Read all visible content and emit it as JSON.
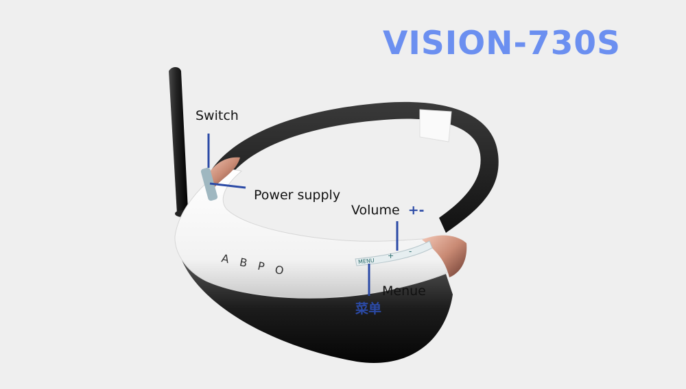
{
  "title": "VISION-730S",
  "brand": "ABPO",
  "labels": {
    "switch": "Switch",
    "power_supply": "Power supply",
    "volume": "Volume",
    "volume_signs": "+-",
    "menu_en": "Menue",
    "menu_cn": "菜单"
  },
  "buttons": {
    "menu": "MENU",
    "plus": "+",
    "minus": "-"
  },
  "colors": {
    "title": "#6b8ff0",
    "callout_lines": "#2b4aa6",
    "background": "#efefef"
  }
}
